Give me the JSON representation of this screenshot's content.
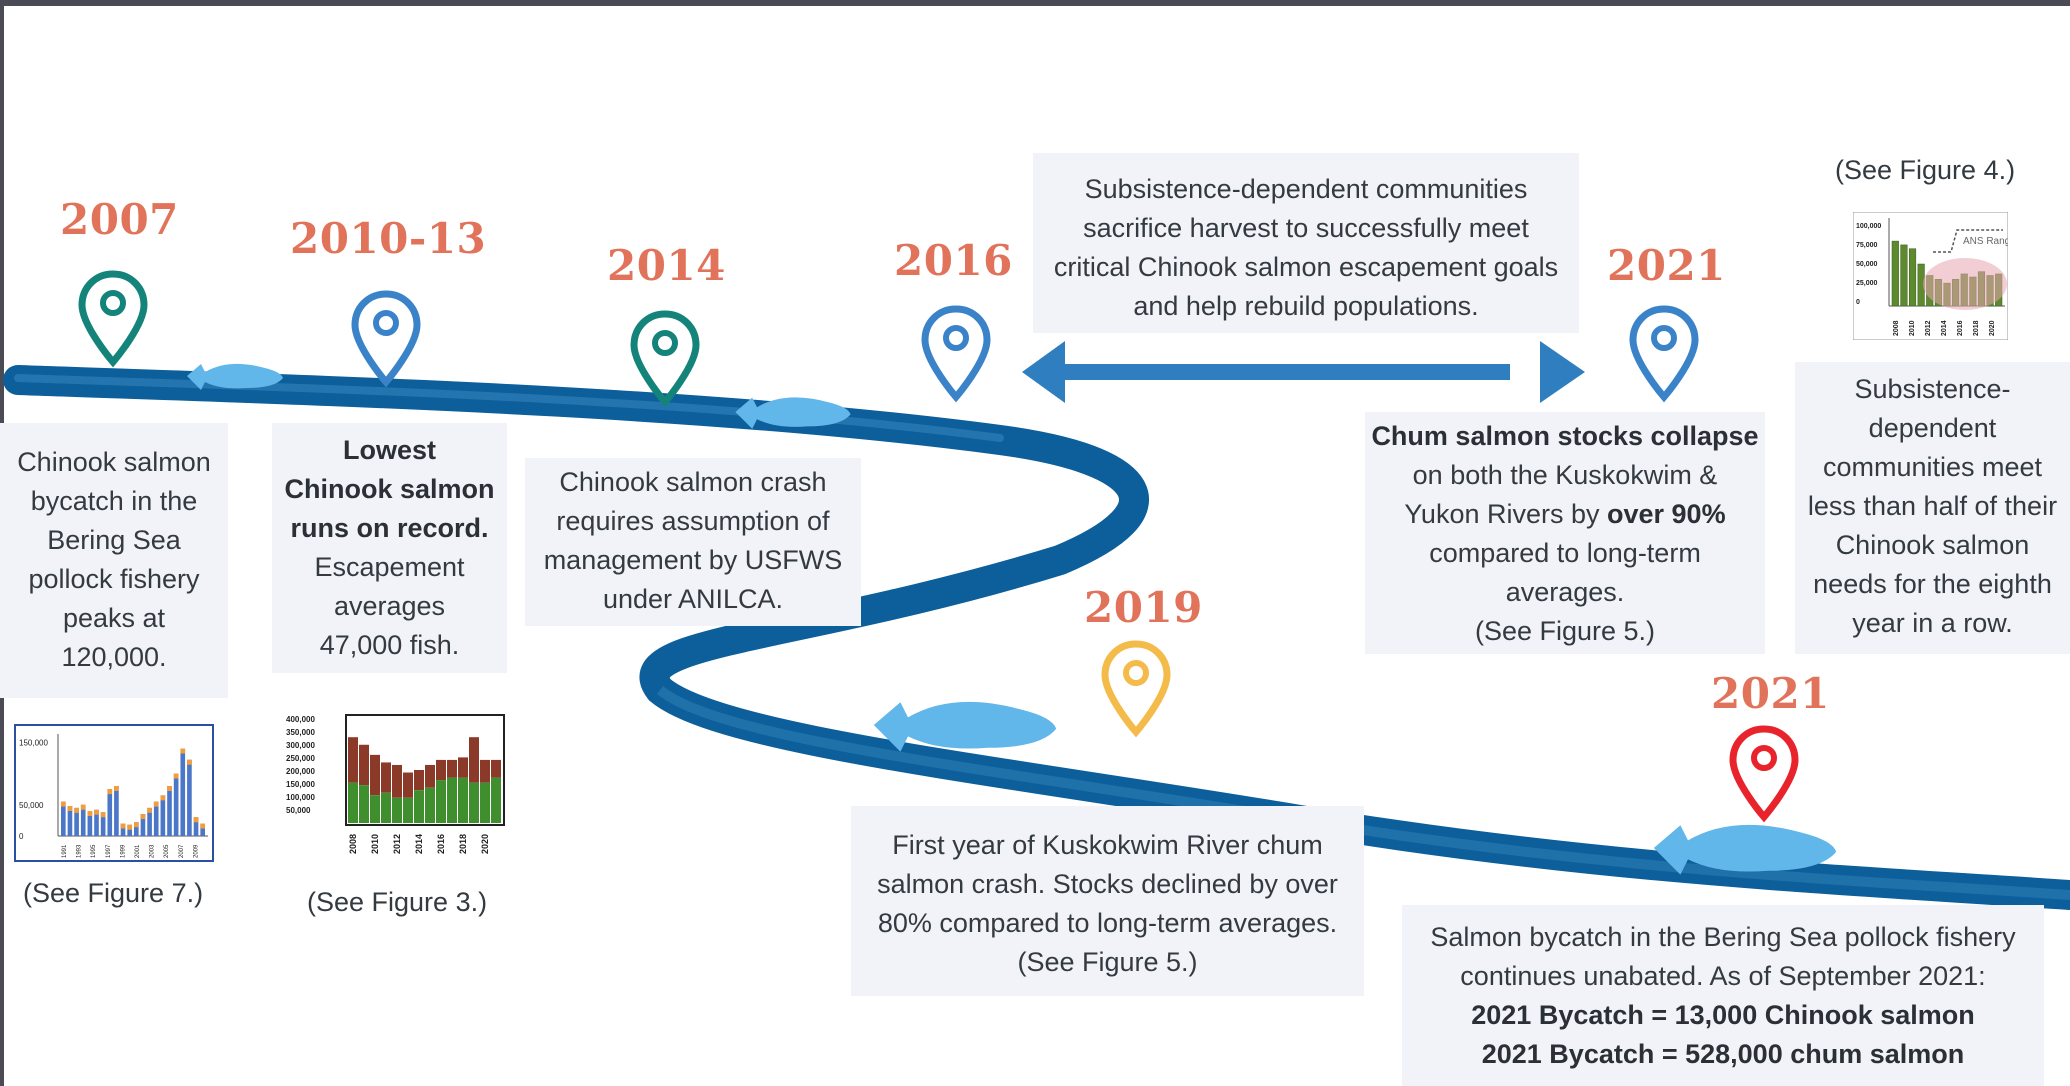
{
  "colors": {
    "year_text": "#e0735a",
    "river": "#0c5f9a",
    "river_light": "#2f7fb8",
    "fish": "#62b7ea",
    "pin_teal": "#14847a",
    "pin_blue": "#3b83c9",
    "pin_yellow": "#f4bb4a",
    "pin_red": "#e8232b",
    "box_bg": "#f1f3f8",
    "arrow": "#2f7fc0"
  },
  "events": [
    {
      "id": "e2007",
      "year": "2007",
      "pin_color": "teal",
      "text": [
        "Chinook salmon",
        "bycatch in the",
        "Bering Sea",
        "pollock fishery",
        "peaks at",
        "120,000."
      ],
      "caption": "(See Figure 7.)"
    },
    {
      "id": "e2010",
      "year": "2010-13",
      "pin_color": "blue",
      "bold": [
        "Lowest",
        "Chinook salmon",
        "runs on record."
      ],
      "text": [
        "Escapement",
        "averages",
        "47,000 fish."
      ],
      "caption": "(See Figure 3.)"
    },
    {
      "id": "e2014",
      "year": "2014",
      "pin_color": "teal",
      "text": [
        "Chinook salmon crash",
        "requires assumption of",
        "management by USFWS",
        "under ANILCA."
      ]
    },
    {
      "id": "e2016",
      "year": "2016",
      "pin_color": "blue",
      "text": [
        "Subsistence-dependent communities",
        "sacrifice harvest to successfully meet",
        "critical Chinook salmon escapement goals",
        "and help rebuild populations."
      ]
    },
    {
      "id": "e2019",
      "year": "2019",
      "pin_color": "yellow",
      "text": [
        "First year of Kuskokwim River chum",
        "salmon crash. Stocks declined by over",
        "80% compared to long-term averages.",
        "(See Figure 5.)"
      ]
    },
    {
      "id": "e2021a",
      "year": "2021",
      "pin_color": "blue",
      "bold_line": "Chum salmon stocks collapse",
      "line2": "on both the Kuskokwim &",
      "line3_pre": "Yukon Rivers by ",
      "line3_bold": "over 90%",
      "text": [
        "compared to long-term",
        "averages.",
        "(See Figure 5.)"
      ]
    },
    {
      "id": "e2021b",
      "year": "2021",
      "pin_color": "red",
      "text": [
        "Salmon bycatch in the Bering Sea pollock fishery",
        "continues unabated. As of September 2021:"
      ],
      "bold": [
        "2021 Bycatch = 13,000 Chinook salmon",
        "2021 Bycatch = 528,000 chum salmon"
      ]
    },
    {
      "id": "e2021c",
      "caption_top": "(See Figure 4.)",
      "text": [
        "Subsistence-",
        "dependent",
        "communities meet",
        "less than half of their",
        "Chinook salmon",
        "needs for the eighth",
        "year in a row."
      ]
    }
  ],
  "fig7": {
    "y_ticks": [
      "150,000",
      "50,000",
      "0"
    ],
    "x_ticks": [
      "1991",
      "1993",
      "1995",
      "1997",
      "1999",
      "2001",
      "2003",
      "2005",
      "2007",
      "2009"
    ],
    "values": [
      55000,
      48000,
      45000,
      50000,
      40000,
      42000,
      38000,
      75000,
      80000,
      20000,
      18000,
      22000,
      35000,
      45000,
      55000,
      65000,
      80000,
      100000,
      140000,
      122000,
      30000,
      20000
    ],
    "ylim": [
      0,
      160000
    ]
  },
  "fig3": {
    "y_ticks": [
      "400,000",
      "350,000",
      "300,000",
      "250,000",
      "200,000",
      "150,000",
      "100,000",
      "50,000"
    ],
    "x_ticks": [
      "2008",
      "2010",
      "2012",
      "2014",
      "2016",
      "2018",
      "2020"
    ],
    "lower": [
      160000,
      150000,
      110000,
      120000,
      100000,
      100000,
      130000,
      140000,
      170000,
      180000,
      180000,
      160000,
      160000,
      180000
    ],
    "upper": [
      340000,
      310000,
      270000,
      240000,
      230000,
      200000,
      210000,
      230000,
      250000,
      250000,
      260000,
      340000,
      250000,
      250000
    ],
    "ylim": [
      0,
      420000
    ]
  },
  "fig4": {
    "legend": "ANS Range",
    "y_ticks": [
      "100,000",
      "75,000",
      "50,000",
      "25,000",
      "0"
    ],
    "x_ticks": [
      "2008",
      "2010",
      "2012",
      "2014",
      "2016",
      "2018",
      "2020"
    ],
    "values": [
      85000,
      80000,
      75000,
      55000,
      40000,
      35000,
      30000,
      35000,
      42000,
      38000,
      45000,
      40000,
      42000
    ],
    "ylim": [
      0,
      110000
    ]
  }
}
